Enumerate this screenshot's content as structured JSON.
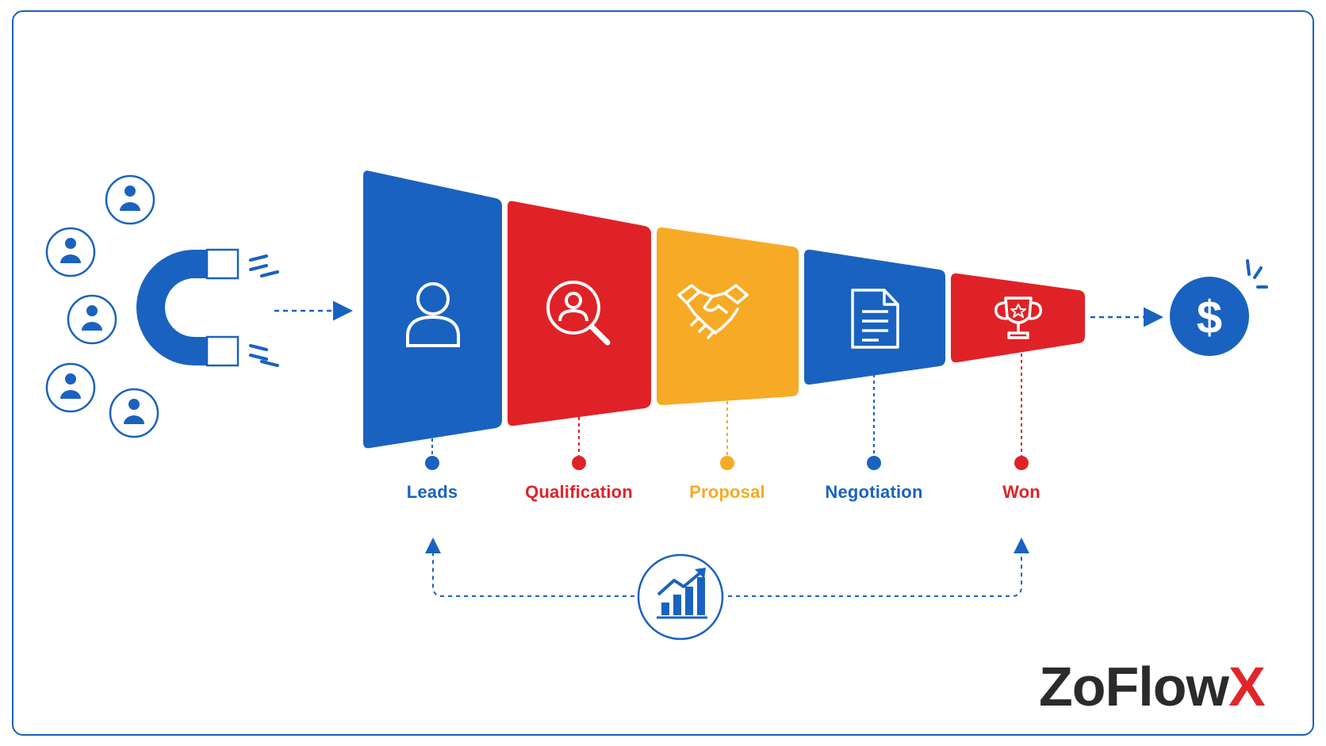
{
  "colors": {
    "blue": "#1a62c0",
    "red": "#df2227",
    "yellow": "#f7aa25",
    "text_dark": "#2b2b2b"
  },
  "icons": [
    "person-icon",
    "magnet-icon",
    "user-search-icon",
    "handshake-icon",
    "document-icon",
    "trophy-icon",
    "dollar-icon",
    "growth-chart-icon",
    "arrow-icon"
  ],
  "stages": [
    {
      "label": "Leads",
      "color": "#1a62c0",
      "icon": "person-icon"
    },
    {
      "label": "Qualification",
      "color": "#df2227",
      "icon": "user-search-icon"
    },
    {
      "label": "Proposal",
      "color": "#f7aa25",
      "icon": "handshake-icon"
    },
    {
      "label": "Negotiation",
      "color": "#1a62c0",
      "icon": "document-icon"
    },
    {
      "label": "Won",
      "color": "#df2227",
      "icon": "trophy-icon"
    }
  ],
  "logo": {
    "text": "ZoFlow",
    "accent": "X"
  }
}
